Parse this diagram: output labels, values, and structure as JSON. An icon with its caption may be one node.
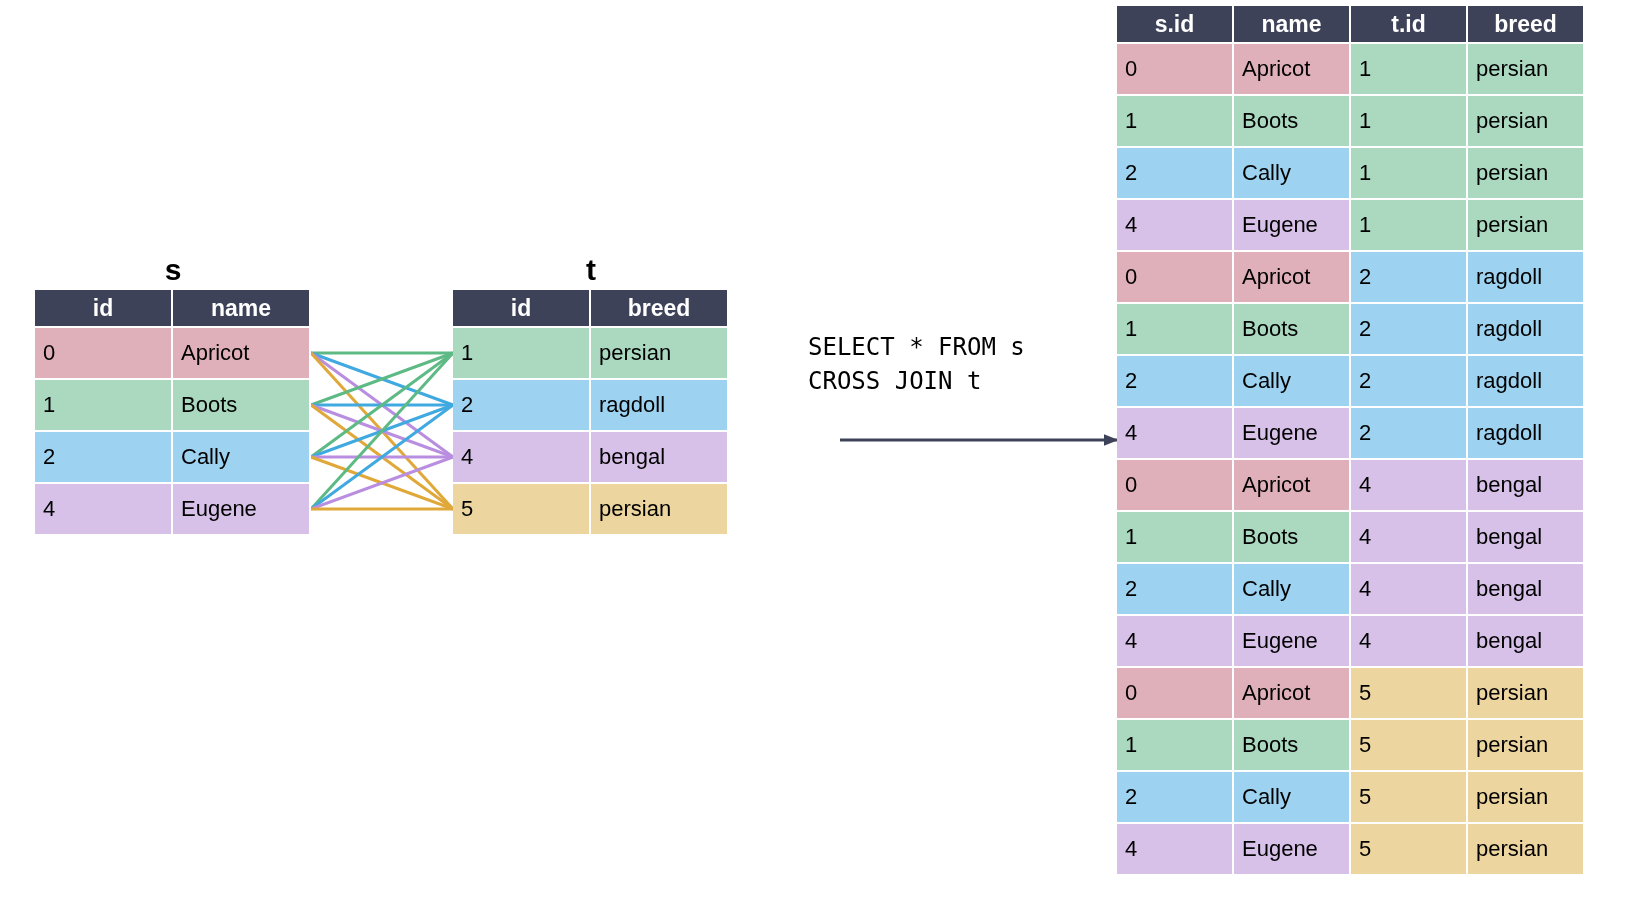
{
  "diagram": {
    "nodes": [
      {
        "text": [
          "s",
          "id",
          "name"
        ]
      },
      {
        "text": [
          "0",
          "Apricot"
        ],
        "in": 0
      },
      {
        "text": [
          "1",
          "Boots"
        ],
        "in": 0
      },
      {
        "text": [
          "2",
          "Cally"
        ],
        "in": 0
      },
      {
        "text": [
          "4",
          "Eugene"
        ],
        "in": 0
      },
      {
        "text": [
          "t",
          "id",
          "breed"
        ]
      },
      {
        "text": [
          "1",
          "persian"
        ],
        "in": 5
      },
      {
        "text": [
          "2",
          "ragdoll"
        ],
        "in": 5
      },
      {
        "text": [
          "4",
          "bengal"
        ],
        "in": 5
      },
      {
        "text": [
          "5",
          "persian"
        ],
        "in": 5
      },
      {
        "text": [
          "s.id",
          "name",
          "t.id",
          "breed"
        ]
      },
      {
        "text": [
          "0",
          "Apricot",
          "1",
          "persian"
        ],
        "in": 10
      },
      {
        "text": [
          "1",
          "Boots",
          "1",
          "persian"
        ],
        "in": 10
      },
      {
        "text": [
          "2",
          "Cally",
          "1",
          "persian"
        ],
        "in": 10
      },
      {
        "text": [
          "4",
          "Eugene",
          "1",
          "persian"
        ],
        "in": 10
      },
      {
        "text": [
          "0",
          "Apricot",
          "2",
          "ragdoll"
        ],
        "in": 10
      },
      {
        "text": [
          "1",
          "Boots",
          "2",
          "ragdoll"
        ],
        "in": 10
      },
      {
        "text": [
          "2",
          "Cally",
          "2",
          "ragdoll"
        ],
        "in": 10
      },
      {
        "text": [
          "4",
          "Eugene",
          "2",
          "ragdoll"
        ],
        "in": 10
      },
      {
        "text": [
          "0",
          "Apricot",
          "4",
          "bengal"
        ],
        "in": 10
      },
      {
        "text": [
          "1",
          "Boots",
          "4",
          "bengal"
        ],
        "in": 10
      },
      {
        "text": [
          "2",
          "Cally",
          "4",
          "bengal"
        ],
        "in": 10
      },
      {
        "text": [
          "4",
          "Eugene",
          "4",
          "bengal"
        ],
        "in": 10
      },
      {
        "text": [
          "0",
          "Apricot",
          "5",
          "persian"
        ],
        "in": 10
      },
      {
        "text": [
          "1",
          "Boots",
          "5",
          "persian"
        ],
        "in": 10
      },
      {
        "text": [
          "2",
          "Cally",
          "5",
          "persian"
        ],
        "in": 10
      },
      {
        "text": [
          "4",
          "Eugene",
          "5",
          "persian"
        ],
        "in": 10
      }
    ],
    "edges": [
      {
        "from": 1,
        "to": 6,
        "arrow": "none",
        "color": "#5dba84"
      },
      {
        "from": 1,
        "to": 7,
        "arrow": "none",
        "color": "#3fa9e0"
      },
      {
        "from": 1,
        "to": 8,
        "arrow": "none",
        "color": "#b98ee0"
      },
      {
        "from": 1,
        "to": 9,
        "arrow": "none",
        "color": "#e0a838"
      },
      {
        "from": 2,
        "to": 6,
        "arrow": "none",
        "color": "#5dba84"
      },
      {
        "from": 2,
        "to": 7,
        "arrow": "none",
        "color": "#3fa9e0"
      },
      {
        "from": 2,
        "to": 8,
        "arrow": "none",
        "color": "#b98ee0"
      },
      {
        "from": 2,
        "to": 9,
        "arrow": "none",
        "color": "#e0a838"
      },
      {
        "from": 3,
        "to": 6,
        "arrow": "none",
        "color": "#5dba84"
      },
      {
        "from": 3,
        "to": 7,
        "arrow": "none",
        "color": "#3fa9e0"
      },
      {
        "from": 3,
        "to": 8,
        "arrow": "none",
        "color": "#b98ee0"
      },
      {
        "from": 3,
        "to": 9,
        "arrow": "none",
        "color": "#e0a838"
      },
      {
        "from": 4,
        "to": 6,
        "arrow": "none",
        "color": "#5dba84"
      },
      {
        "from": 4,
        "to": 7,
        "arrow": "none",
        "color": "#3fa9e0"
      },
      {
        "from": 4,
        "to": 8,
        "arrow": "none",
        "color": "#b98ee0"
      },
      {
        "from": 4,
        "to": 9,
        "arrow": "none",
        "color": "#e0a838"
      },
      {
        "from": null,
        "to": 10,
        "arrow": "to",
        "color": "#3e4259",
        "label": "SELECT * FROM s CROSS JOIN t"
      }
    ]
  }
}
